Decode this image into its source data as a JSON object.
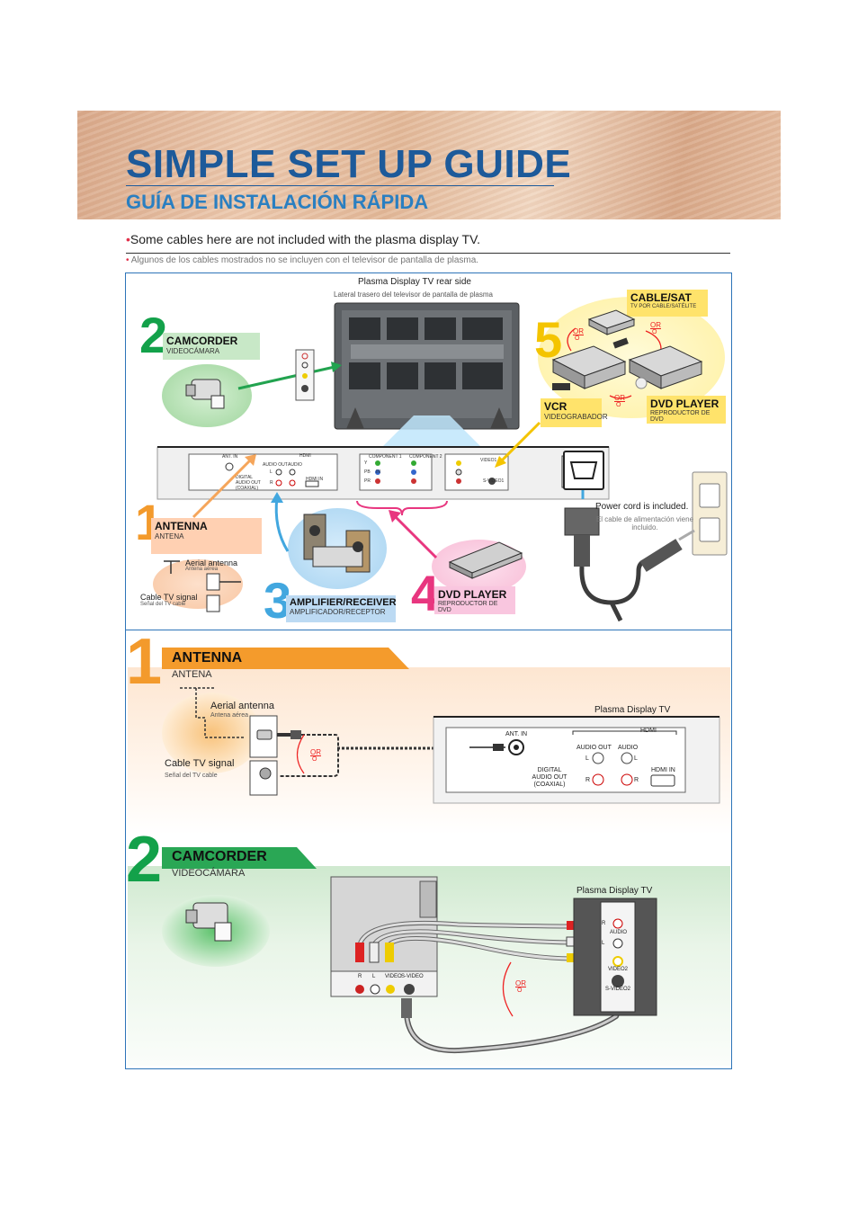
{
  "header": {
    "title": "SIMPLE SET UP GUIDE",
    "subtitle": "GUÍA DE INSTALACIÓN RÁPIDA"
  },
  "notes": {
    "bullet": "•",
    "english": "Some cables here are not included with the plasma display TV.",
    "spanish": "Algunos de los cables mostrados no se incluyen con el televisor de pantalla de plasma."
  },
  "overview": {
    "tv_rear_en": "Plasma Display TV rear side",
    "tv_rear_es": "Lateral trasero del televisor de pantalla de plasma",
    "step2": {
      "num": "2",
      "head": "CAMCORDER",
      "sub": "VIDEOCÁMARA"
    },
    "step1": {
      "num": "1",
      "head": "ANTENNA",
      "sub": "ANTENA",
      "aerial_en": "Aerial antenna",
      "aerial_es": "Antena aérea",
      "cable_en": "Cable TV signal",
      "cable_es": "Señal del TV cable"
    },
    "step3": {
      "num": "3",
      "head": "AMPLIFIER/RECEIVER",
      "sub": "AMPLIFICADOR/RECEPTOR"
    },
    "step4": {
      "num": "4",
      "head": "DVD PLAYER",
      "sub": "REPRODUCTOR DE DVD"
    },
    "step5": {
      "num": "5",
      "cable_head": "CABLE/SAT",
      "cable_sub": "TV POR CABLE/SATÉLITE",
      "vcr_head": "VCR",
      "vcr_sub": "VIDEOGRABADOR",
      "dvd_head": "DVD PLAYER",
      "dvd_sub": "REPRODUCTOR DE DVD",
      "or_en": "OR",
      "or_es": "O"
    },
    "power_en": "Power cord is included.",
    "power_es": "El cable de alimentación viene incluido.",
    "panel": {
      "ant_in": "ANT. IN",
      "audio_out": "AUDIO OUT",
      "audio": "AUDIO",
      "hdmi": "HDMI",
      "hdmi_in": "HDMI IN",
      "digital": "DIGITAL AUDIO OUT (COAXIAL)",
      "component1": "COMPONENT 1",
      "component2": "COMPONENT 2",
      "video1": "VIDEO1",
      "svideo": "S-VIDEO1",
      "y": "Y",
      "pb": "PB",
      "pr": "PR",
      "l": "L",
      "r": "R",
      "in": "IN"
    }
  },
  "detail_antenna": {
    "num": "1",
    "head": "ANTENNA",
    "sub": "ANTENA",
    "aerial_en": "Aerial antenna",
    "aerial_es": "Antena aérea",
    "cable_en": "Cable TV signal",
    "cable_es": "Señal del TV cable",
    "or_en": "OR",
    "or_es": "O",
    "tv_label": "Plasma Display TV",
    "ant_in": "ANT. IN",
    "hdmi": "HDMI",
    "audio_out": "AUDIO OUT",
    "audio": "AUDIO",
    "l": "L",
    "r": "R",
    "hdmi_in": "HDMI IN",
    "digital_1": "DIGITAL",
    "digital_2": "AUDIO OUT",
    "digital_3": "(COAXIAL)"
  },
  "detail_camcorder": {
    "num": "2",
    "head": "CAMCORDER",
    "sub": "VIDEOCÁMARA",
    "tv_label": "Plasma Display TV",
    "cam_r": "R",
    "cam_l": "L",
    "cam_video": "VIDEO",
    "cam_svideo": "S-VIDEO",
    "or_en": "OR",
    "or_es": "O",
    "tv_r": "R",
    "tv_audio": "AUDIO",
    "tv_l": "L",
    "tv_video2": "VIDEO2",
    "tv_svideo2": "S-VIDEO2"
  },
  "colors": {
    "title": "#1d5a9a",
    "subtitle": "#2a7fc1",
    "num_green": "#13a14a",
    "num_orange": "#f39a2c",
    "num_blue": "#42a7df",
    "num_pink": "#e8367f",
    "num_yellow": "#f4c400",
    "frame": "#2d74b8"
  }
}
